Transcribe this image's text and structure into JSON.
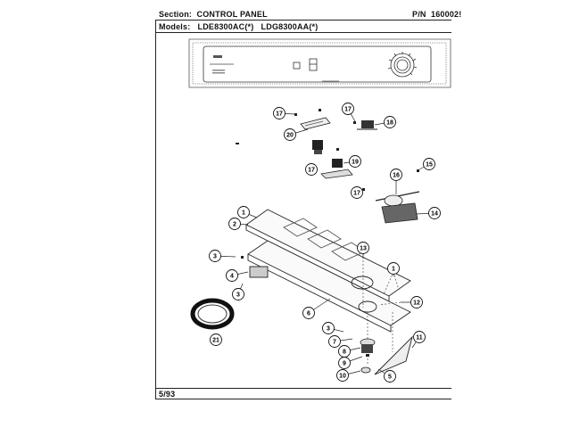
{
  "header": {
    "section_label": "Section:",
    "section_value": "CONTROL PANEL",
    "pn_label": "P/N",
    "pn_value": "160002!",
    "models_label": "Models:",
    "models": [
      "LDE8300AC(*)",
      "LDG8300AA(*)"
    ]
  },
  "footer": {
    "date": "5/93"
  },
  "callouts": [
    {
      "id": "c1a",
      "label": "1"
    },
    {
      "id": "c2",
      "label": "2"
    },
    {
      "id": "c3a",
      "label": "3"
    },
    {
      "id": "c4",
      "label": "4"
    },
    {
      "id": "c3b",
      "label": "3"
    },
    {
      "id": "c6",
      "label": "6"
    },
    {
      "id": "c3c",
      "label": "3"
    },
    {
      "id": "c7",
      "label": "7"
    },
    {
      "id": "c8",
      "label": "8"
    },
    {
      "id": "c9",
      "label": "9"
    },
    {
      "id": "c10",
      "label": "10"
    },
    {
      "id": "c5",
      "label": "5"
    },
    {
      "id": "c11",
      "label": "11"
    },
    {
      "id": "c12",
      "label": "12"
    },
    {
      "id": "c13",
      "label": "13"
    },
    {
      "id": "c1b",
      "label": "1"
    },
    {
      "id": "c14",
      "label": "14"
    },
    {
      "id": "c15",
      "label": "15"
    },
    {
      "id": "c16",
      "label": "16"
    },
    {
      "id": "c17a",
      "label": "17"
    },
    {
      "id": "c17b",
      "label": "17"
    },
    {
      "id": "c17c",
      "label": "17"
    },
    {
      "id": "c17d",
      "label": "17"
    },
    {
      "id": "c18",
      "label": "18"
    },
    {
      "id": "c19",
      "label": "19"
    },
    {
      "id": "c20",
      "label": "20"
    },
    {
      "id": "c21",
      "label": "21"
    }
  ]
}
